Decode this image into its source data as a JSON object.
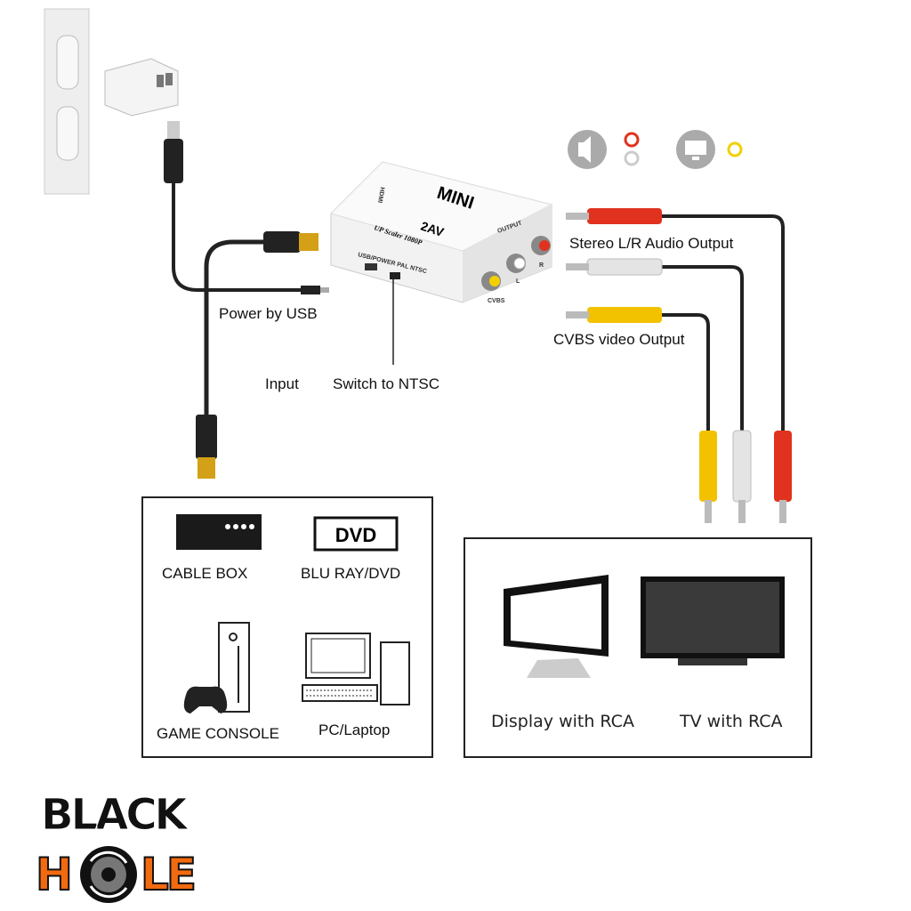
{
  "labels": {
    "power": "Power by USB",
    "input": "Input",
    "switch": "Switch to NTSC",
    "audio_out": "Stereo L/R Audio Output",
    "video_out": "CVBS video Output"
  },
  "converter": {
    "brand": "MINI",
    "model": "2AV",
    "subtitle": "UP Scaler 1080P",
    "port_labels": "USB/POWER PAL NTSC",
    "hdmi": "HDMI",
    "output": "OUTPUT",
    "cvbs": "CVBS",
    "left": "L",
    "right": "R"
  },
  "sources": {
    "items": [
      {
        "label": "CABLE BOX",
        "icon": "cable-box-icon"
      },
      {
        "label": "BLU RAY/DVD",
        "icon": "dvd-icon",
        "badge": "DVD"
      },
      {
        "label": "GAME CONSOLE",
        "icon": "game-console-icon"
      },
      {
        "label": "PC/Laptop",
        "icon": "desktop-pc-icon"
      }
    ]
  },
  "displays": {
    "items": [
      {
        "label": "Display with RCA",
        "icon": "monitor-icon"
      },
      {
        "label": "TV with RCA",
        "icon": "tv-icon"
      }
    ]
  },
  "logo": {
    "line1": "BLACK",
    "line2": "HOLE"
  },
  "colors": {
    "red": "#e0321e",
    "white": "#e6e6e6",
    "yellow": "#f2c200",
    "orange": "#f26a10",
    "gold": "#d4a017"
  }
}
